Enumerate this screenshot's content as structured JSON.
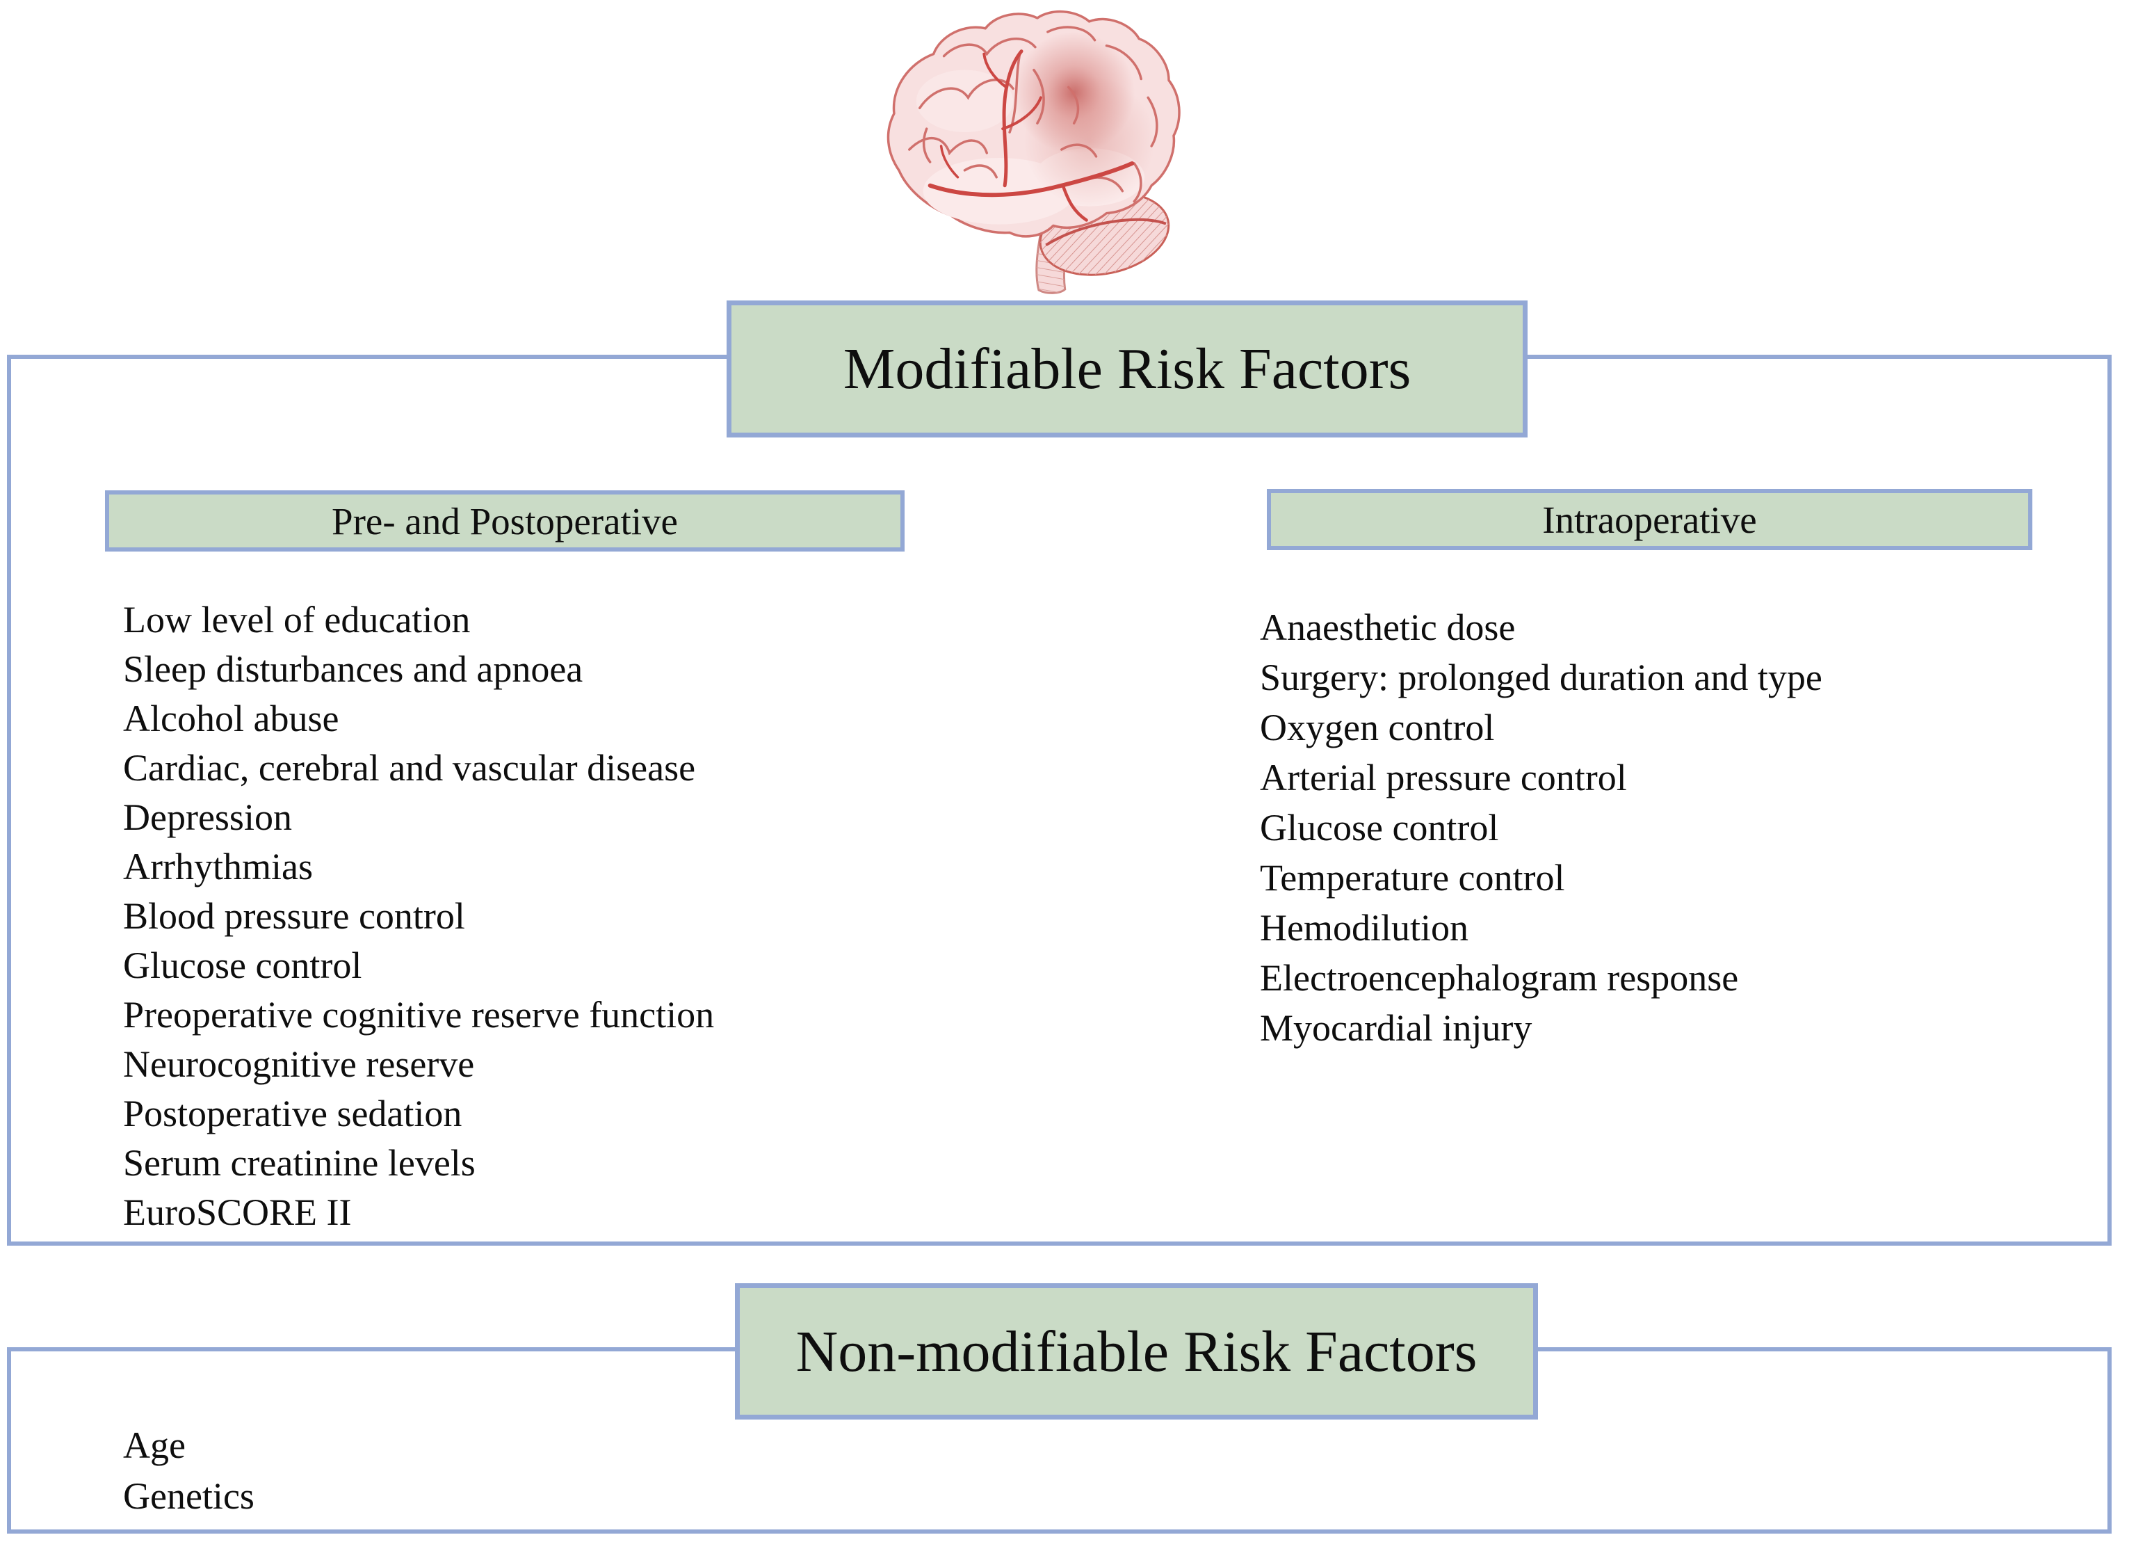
{
  "figure": {
    "icons": {
      "brain": "brain-illustration"
    },
    "modifiable": {
      "title": "Modifiable Risk Factors",
      "columns": [
        {
          "header": "Pre- and Postoperative",
          "items": [
            "Low level of education",
            "Sleep disturbances and apnoea",
            "Alcohol abuse",
            "Cardiac, cerebral and vascular disease",
            "Depression",
            "Arrhythmias",
            "Blood pressure control",
            "Glucose control",
            "Preoperative cognitive reserve function",
            "Neurocognitive reserve",
            "Postoperative sedation",
            "Serum creatinine levels",
            "EuroSCORE II"
          ]
        },
        {
          "header": "Intraoperative",
          "items": [
            "Anaesthetic dose",
            "Surgery: prolonged duration and type",
            "Oxygen control",
            "Arterial pressure control",
            "Glucose control",
            "Temperature control",
            "Hemodilution",
            "Electroencephalogram response",
            "Myocardial injury"
          ]
        }
      ]
    },
    "non_modifiable": {
      "title": "Non-modifiable Risk Factors",
      "items": [
        "Age",
        "Genetics"
      ]
    },
    "colors": {
      "box_fill_green": "#cadbc6",
      "border_blue": "#93a8d5",
      "text": "#0e0e0e",
      "brain_outline": "#d0706c",
      "brain_fill": "#f8e0e0",
      "brain_vessel": "#cc4743",
      "brain_blush": "#b63c38"
    }
  }
}
